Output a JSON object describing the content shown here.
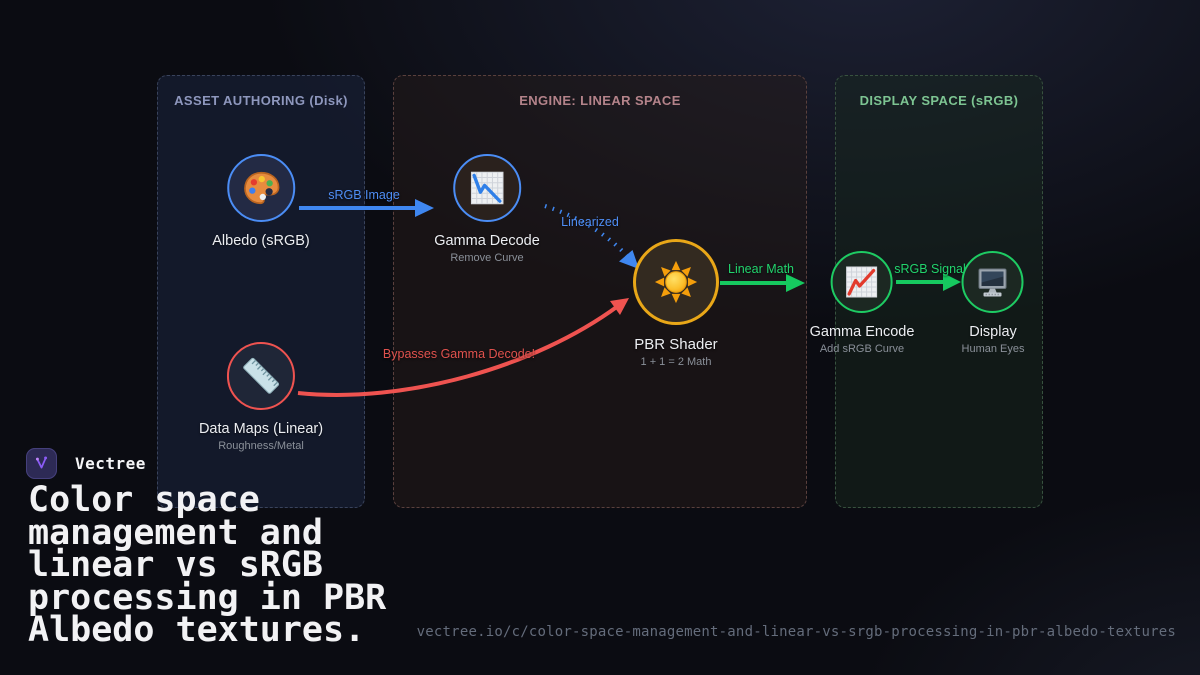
{
  "brand": {
    "name": "Vectree"
  },
  "heading": {
    "title": "Color space management and linear vs sRGB processing in PBR Albedo textures."
  },
  "footer": {
    "url": "vectree.io/c/color-space-management-and-linear-vs-srgb-processing-in-pbr-albedo-textures"
  },
  "panels": [
    {
      "id": "asset-authoring",
      "title": "ASSET AUTHORING (Disk)",
      "accent": "#8e97bd"
    },
    {
      "id": "engine-linear",
      "title": "ENGINE: LINEAR SPACE",
      "accent": "#b4838a"
    },
    {
      "id": "display-space",
      "title": "DISPLAY SPACE (sRGB)",
      "accent": "#7dc492"
    }
  ],
  "nodes": [
    {
      "id": "albedo",
      "label": "Albedo (sRGB)",
      "sublabel": "",
      "icon": "palette-icon",
      "ring_color": "#4b8df5"
    },
    {
      "id": "data-maps",
      "label": "Data Maps (Linear)",
      "sublabel": "Roughness/Metal",
      "icon": "ruler-icon",
      "ring_color": "#ef5350"
    },
    {
      "id": "gamma-decode",
      "label": "Gamma Decode",
      "sublabel": "Remove Curve",
      "icon": "chart-decreasing-icon",
      "ring_color": "#4b8df5"
    },
    {
      "id": "pbr-shader",
      "label": "PBR Shader",
      "sublabel": "1 + 1 = 2 Math",
      "icon": "sun-icon",
      "ring_color": "#e9a718"
    },
    {
      "id": "gamma-encode",
      "label": "Gamma Encode",
      "sublabel": "Add sRGB Curve",
      "icon": "chart-increasing-icon",
      "ring_color": "#1ecb63"
    },
    {
      "id": "display",
      "label": "Display",
      "sublabel": "Human Eyes",
      "icon": "monitor-icon",
      "ring_color": "#1ecb63"
    }
  ],
  "edges": [
    {
      "id": "srgb-image",
      "label": "sRGB Image",
      "color": "#3f87f0",
      "style": "solid"
    },
    {
      "id": "linearized",
      "label": "Linearized",
      "color": "#3f87f0",
      "style": "dotted"
    },
    {
      "id": "bypass",
      "label": "Bypasses Gamma Decode!",
      "color": "#ef5350",
      "style": "curve"
    },
    {
      "id": "linear-math",
      "label": "Linear Math",
      "color": "#16c95f",
      "style": "solid"
    },
    {
      "id": "srgb-signal",
      "label": "sRGB Signal",
      "color": "#16c95f",
      "style": "solid"
    }
  ]
}
